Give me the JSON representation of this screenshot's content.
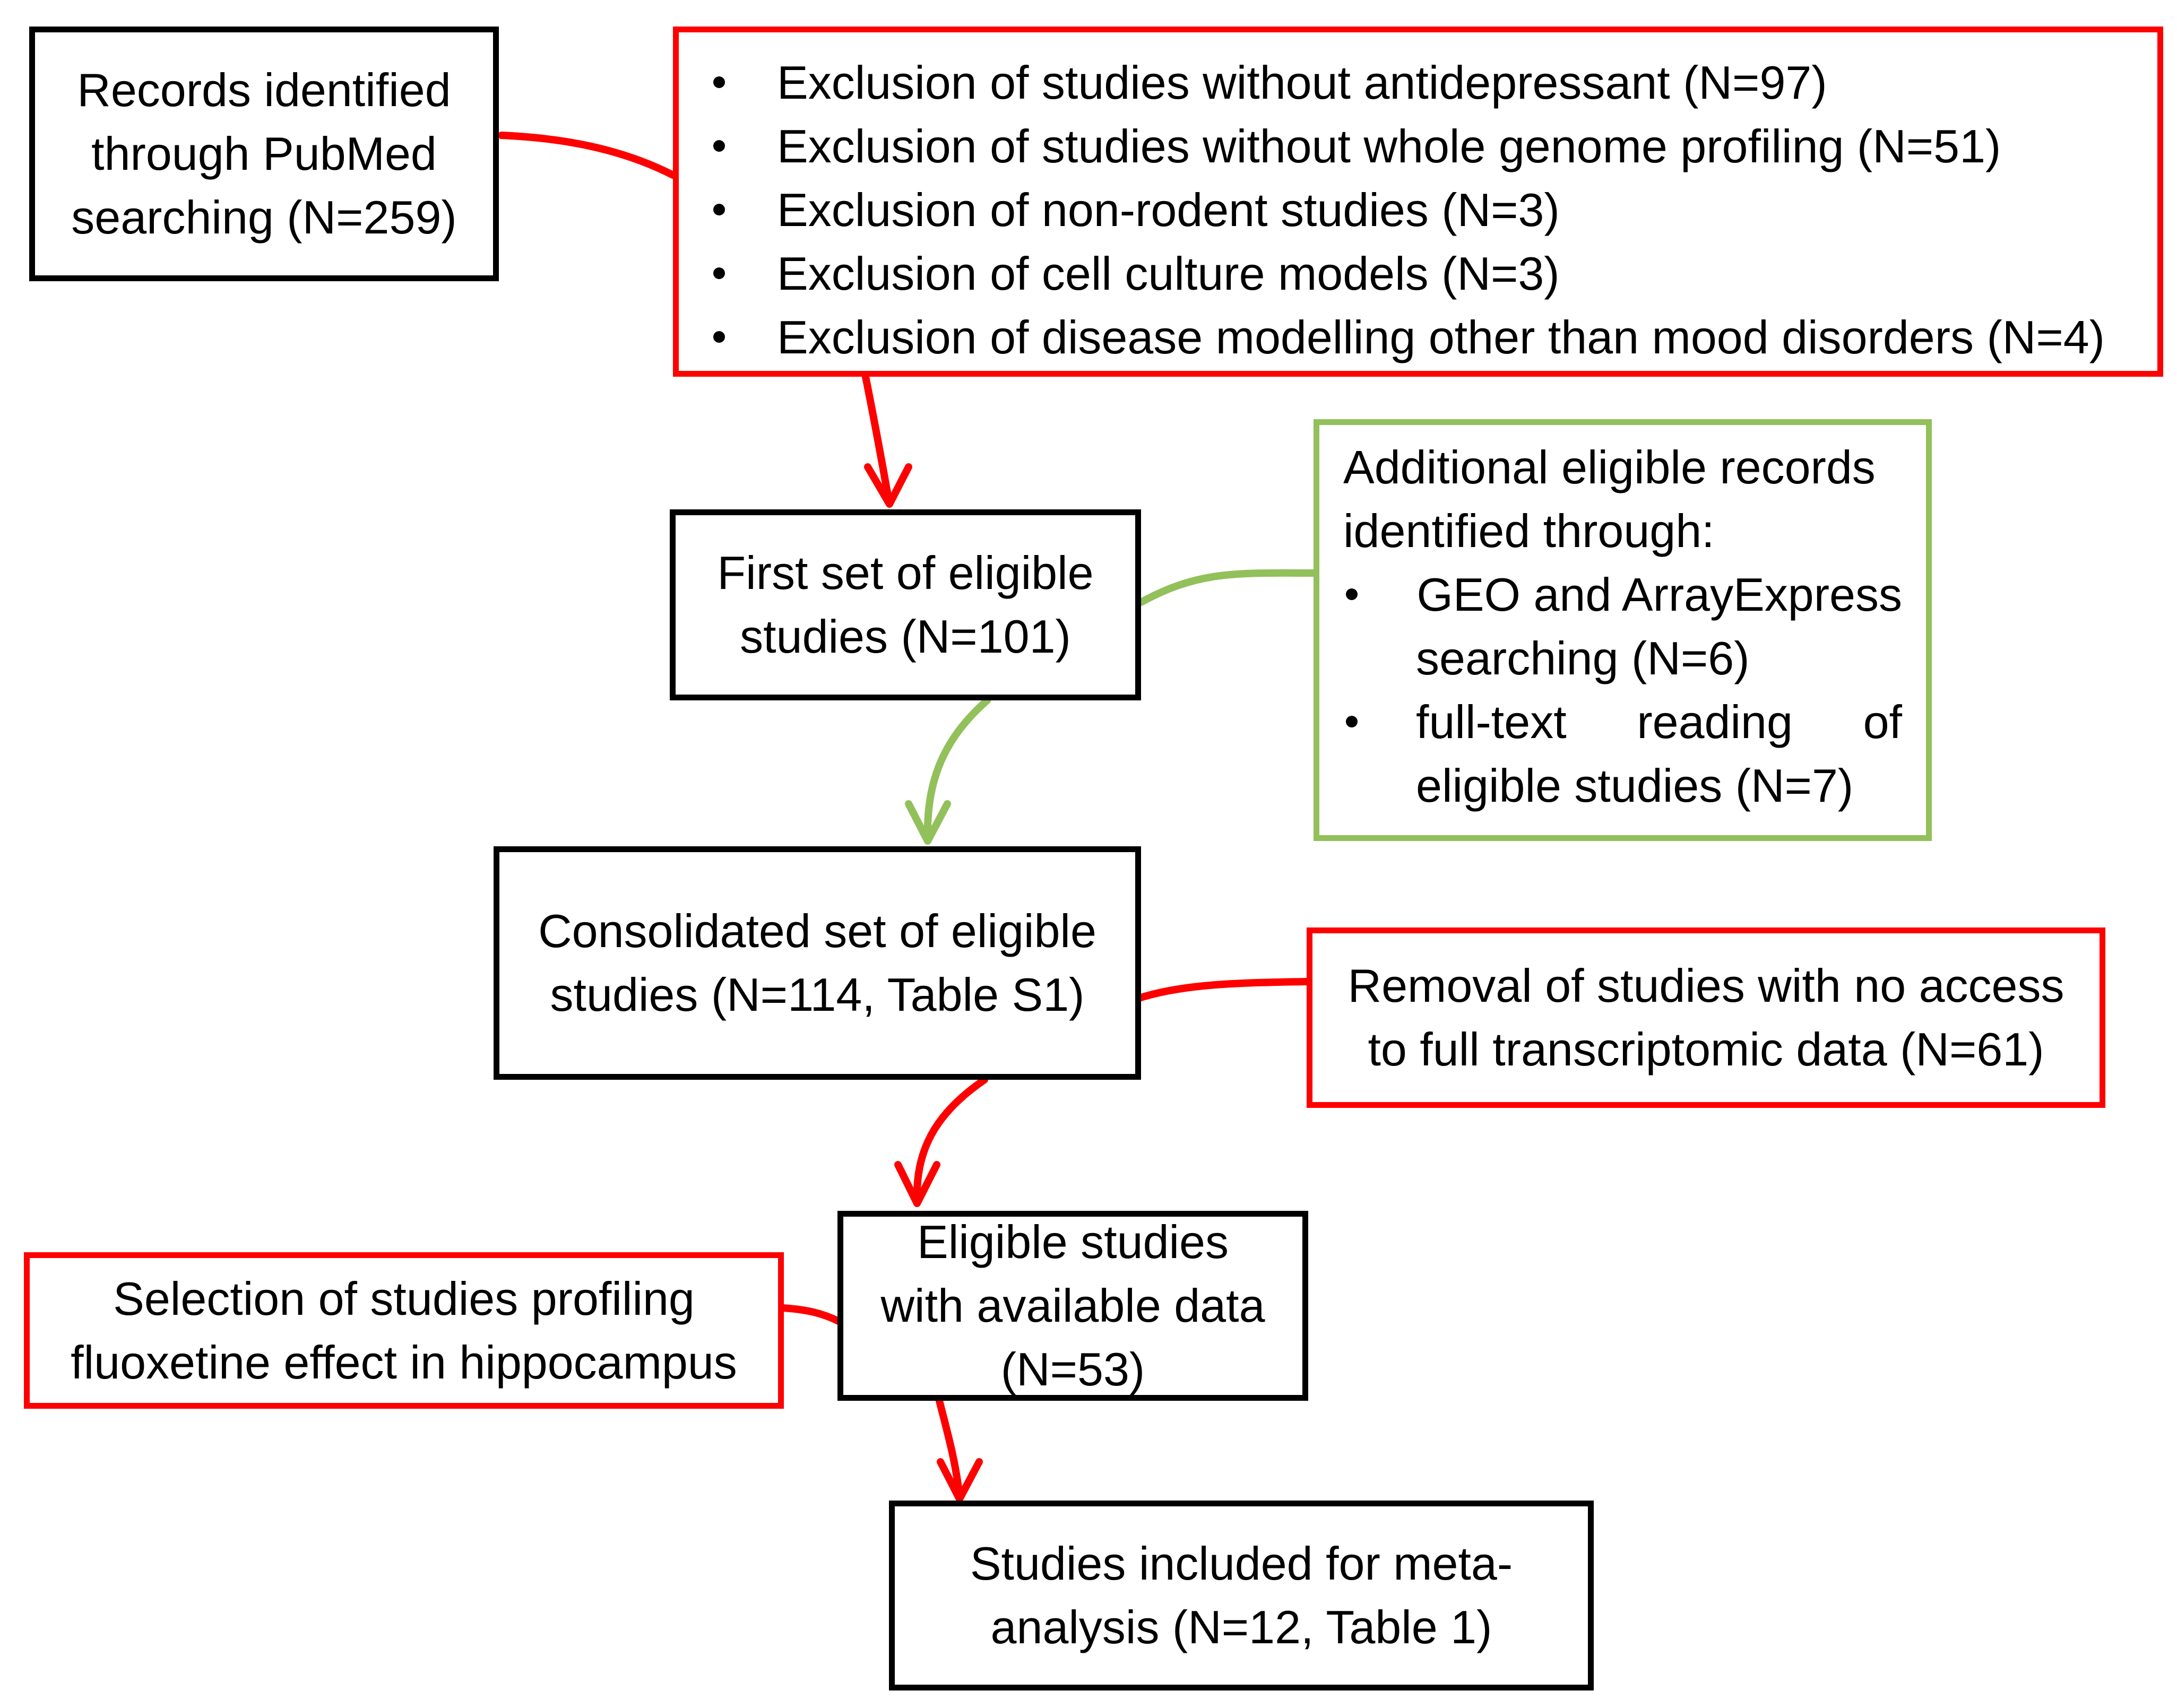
{
  "colors": {
    "black_border": "#000000",
    "red_border": "#ff0000",
    "green_border": "#92c05a"
  },
  "boxes": {
    "pubmed": {
      "lines": [
        "Records identified",
        "through PubMed",
        "searching (N=259)"
      ]
    },
    "exclusions": {
      "items": [
        "Exclusion of studies without antidepressant (N=97)",
        "Exclusion of studies without whole genome profiling (N=51)",
        "Exclusion of non-rodent studies (N=3)",
        "Exclusion of cell culture models (N=3)",
        "Exclusion of disease modelling other than mood disorders (N=4)"
      ]
    },
    "first_set": {
      "lines": [
        "First set of eligible",
        "studies (N=101)"
      ]
    },
    "additional": {
      "heading_lines": [
        "Additional eligible records",
        "identified through:"
      ],
      "item1_lines": [
        "GEO and ArrayExpress",
        "searching (N=6)"
      ],
      "item2_words": [
        "full-text",
        "reading",
        "of"
      ],
      "item2_line2": "eligible studies (N=7)"
    },
    "consolidated": {
      "lines": [
        "Consolidated set of eligible",
        "studies (N=114, Table S1)"
      ]
    },
    "removal": {
      "lines": [
        "Removal of studies with no access",
        "to full transcriptomic data (N=61)"
      ]
    },
    "eligible_available": {
      "lines": [
        "Eligible studies",
        "with available data",
        "(N=53)"
      ]
    },
    "selection": {
      "lines": [
        "Selection of studies profiling",
        "fluoxetine effect in hippocampus"
      ]
    },
    "included": {
      "lines": [
        "Studies included for meta-",
        "analysis (N=12, Table 1)"
      ]
    }
  }
}
